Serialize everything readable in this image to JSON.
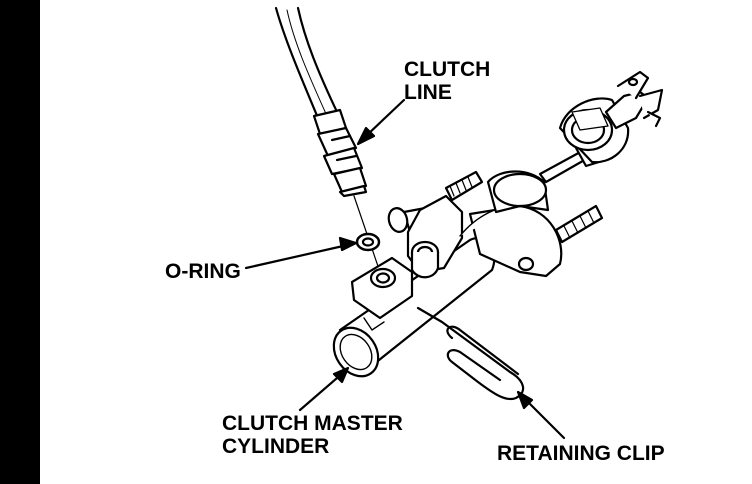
{
  "labels": {
    "clutch_line": [
      "CLUTCH",
      "LINE"
    ],
    "o_ring": "O-RING",
    "clutch_master_cylinder": [
      "CLUTCH MASTER",
      "CYLINDER"
    ],
    "retaining_clip": "RETAINING CLIP"
  },
  "colors": {
    "ink": "#000000",
    "background": "#ffffff",
    "side_bar": "#000000"
  }
}
